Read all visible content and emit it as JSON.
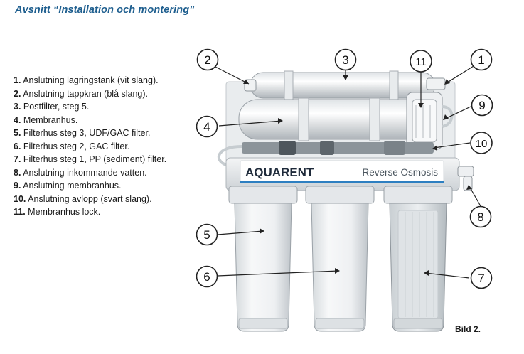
{
  "header": {
    "title": "Avsnitt “Installation och montering”"
  },
  "legend": [
    {
      "num": "1.",
      "text": " Anslutning lagringstank (vit slang)."
    },
    {
      "num": "2.",
      "text": " Anslutning tappkran (blå slang)."
    },
    {
      "num": "3.",
      "text": " Postfilter, steg 5."
    },
    {
      "num": "4.",
      "text": " Membranhus."
    },
    {
      "num": "5.",
      "text": " Filterhus steg 3, UDF/GAC filter."
    },
    {
      "num": "6.",
      "text": " Filterhus steg 2, GAC filter."
    },
    {
      "num": "7.",
      "text": " Filterhus steg 1, PP (sediment) filter."
    },
    {
      "num": "8.",
      "text": " Anslutning inkommande vatten."
    },
    {
      "num": "9.",
      "text": " Anslutning membranhus."
    },
    {
      "num": "10.",
      "text": " Anslutning avlopp (svart slang)."
    },
    {
      "num": "11.",
      "text": " Membranhus lock."
    }
  ],
  "figure": {
    "brand": {
      "prefix": "AQ",
      "suffix": "UARENT",
      "product": "Reverse Osmosis"
    },
    "callouts": [
      "1",
      "2",
      "3",
      "4",
      "5",
      "6",
      "7",
      "8",
      "9",
      "10",
      "11"
    ],
    "caption": "Bild 2.",
    "colors": {
      "title": "#1f5f8f",
      "brand_text": "#1e2a3a",
      "accent_bar": "#2d7fc1"
    }
  }
}
